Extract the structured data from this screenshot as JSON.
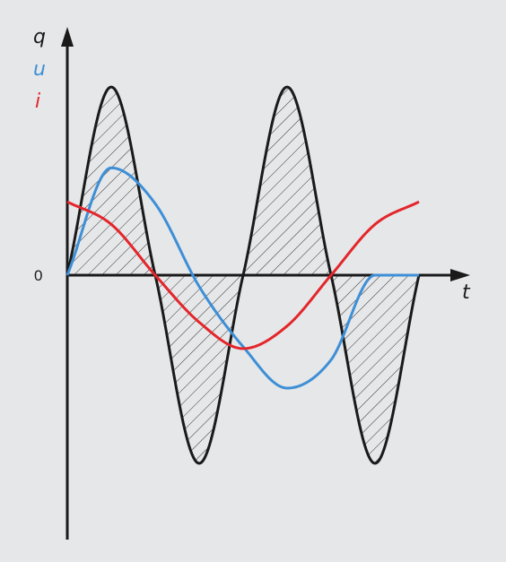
{
  "chart_data": {
    "type": "line",
    "x_label": "t",
    "zero_label": "0",
    "x": [
      0,
      0.5,
      1,
      1.5,
      2,
      2.5,
      3,
      3.5,
      4
    ],
    "ylim": [
      -1.2,
      1.2
    ],
    "grid": false,
    "series": [
      {
        "name": "q",
        "color": "#1a1a1a",
        "hatched": true,
        "values": [
          0,
          1,
          0,
          -1,
          0,
          1,
          0,
          -1,
          0
        ]
      },
      {
        "name": "u",
        "color": "#3d8fd6",
        "values": [
          0,
          0.57,
          0.38,
          -0.06,
          -0.38,
          -0.6,
          -0.45,
          0,
          0
        ]
      },
      {
        "name": "i",
        "color": "#e3262b",
        "values": [
          0.39,
          0.27,
          0,
          -0.25,
          -0.39,
          -0.27,
          0,
          0.27,
          0.39
        ]
      }
    ]
  }
}
